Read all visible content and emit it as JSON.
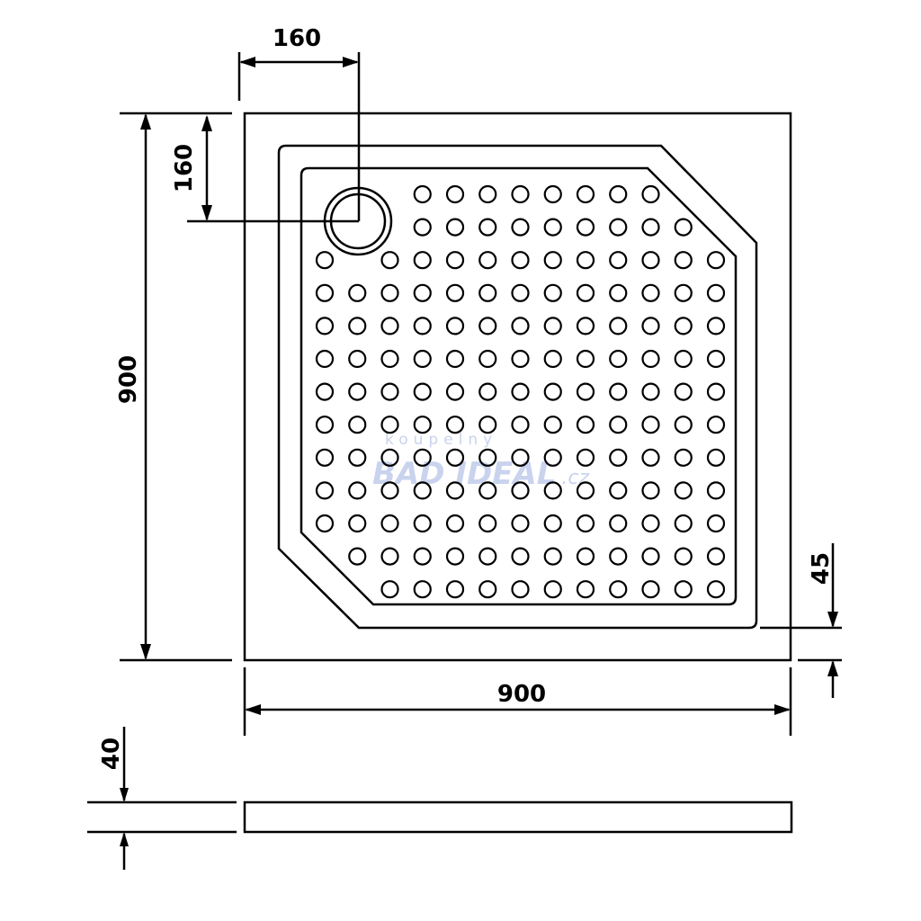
{
  "drawing": {
    "dimensions": {
      "drain_offset_x": "160",
      "drain_offset_y": "160",
      "depth": "900",
      "width": "900",
      "rim": "45",
      "height": "40"
    },
    "watermark": {
      "line1": "koupelny",
      "line2": "BAD IDEAL",
      "line3": ".cz"
    },
    "grid": {
      "rows": [
        [
          3,
          4,
          5,
          6,
          7,
          8,
          9,
          10
        ],
        [
          3,
          4,
          5,
          6,
          7,
          8,
          9,
          10,
          11
        ],
        [
          0,
          2,
          3,
          4,
          5,
          6,
          7,
          8,
          9,
          10,
          11,
          12
        ],
        [
          0,
          1,
          2,
          3,
          4,
          5,
          6,
          7,
          8,
          9,
          10,
          11,
          12
        ],
        [
          0,
          1,
          2,
          3,
          4,
          5,
          6,
          7,
          8,
          9,
          10,
          11,
          12
        ],
        [
          0,
          1,
          2,
          3,
          4,
          5,
          6,
          7,
          8,
          9,
          10,
          11,
          12
        ],
        [
          0,
          1,
          2,
          3,
          4,
          5,
          6,
          7,
          8,
          9,
          10,
          11,
          12
        ],
        [
          0,
          1,
          2,
          3,
          4,
          5,
          6,
          7,
          8,
          9,
          10,
          11,
          12
        ],
        [
          0,
          1,
          2,
          3,
          4,
          5,
          6,
          7,
          8,
          9,
          10,
          11,
          12
        ],
        [
          0,
          1,
          2,
          3,
          4,
          5,
          6,
          7,
          8,
          9,
          10,
          11,
          12
        ],
        [
          0,
          1,
          2,
          3,
          4,
          5,
          6,
          7,
          8,
          9,
          10,
          11,
          12
        ],
        [
          1,
          2,
          3,
          4,
          5,
          6,
          7,
          8,
          9,
          10,
          11,
          12
        ],
        [
          2,
          3,
          4,
          5,
          6,
          7,
          8,
          9,
          10,
          11,
          12
        ]
      ]
    }
  }
}
